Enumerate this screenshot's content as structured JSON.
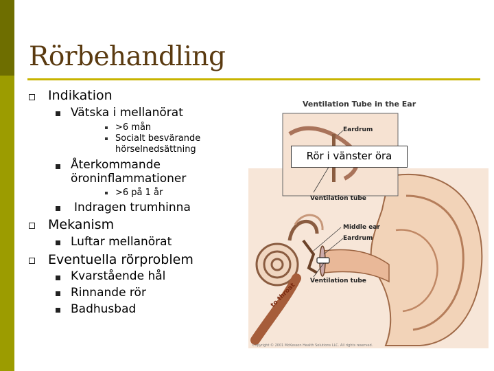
{
  "slide": {
    "title": "Rörbehandling",
    "bullets": {
      "indikation": "Indikation",
      "vatska": "Vätska i mellanörat",
      "man": ">6 mån",
      "socialt_1": "Socialt besvärande",
      "socialt_2": "hörselnedsättning",
      "aterkommande_1": "Återkommande",
      "aterkommande_2": "öroninflammationer",
      "ar": ">6 på 1 år",
      "indragen": "Indragen trumhinna",
      "mekanism": "Mekanism",
      "luftar": "Luftar mellanörat",
      "eventuella": "Eventuella rörproblem",
      "kvarstaende": "Kvarstående hål",
      "rinnande": "Rinnande rör",
      "badhusbad": "Badhusbad"
    }
  },
  "figure": {
    "caption": "Ventilation Tube in the Ear",
    "labels": {
      "eardrum_top": "Eardrum",
      "ventilation_tube_top": "Ventilation tube",
      "middle_ear": "Middle ear",
      "eardrum_bottom": "Eardrum",
      "ventilation_tube_bottom": "Ventilation tube",
      "to_throat": "to throat"
    },
    "overlay_label": "Rör i vänster öra",
    "credit": "Copyright © 2001 McKesson Health Solutions LLC. All rights reserved."
  },
  "colors": {
    "left_bar": "#9c9c00",
    "left_bar_dark": "#6e6e00",
    "title_rule": "#c8b400",
    "title_text": "#5a3a10",
    "skin": "#f2d3b8",
    "tissue": "#d9a98a"
  }
}
